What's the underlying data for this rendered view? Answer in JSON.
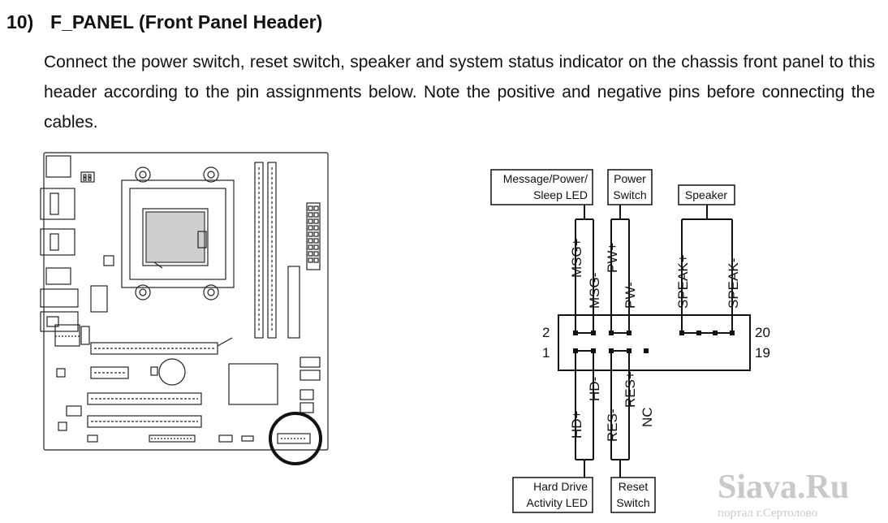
{
  "section": {
    "number": "10)",
    "title": "F_PANEL (Front Panel Header)",
    "description": "Connect the power switch, reset switch, speaker and system status indicator on the chassis front panel to this header according to the pin assignments below. Note the positive and negative pins before connecting the cables."
  },
  "header": {
    "pin_numbers": {
      "top_left": "2",
      "bottom_left": "1",
      "top_right": "20",
      "bottom_right": "19"
    },
    "top_pins": [
      "MSG+",
      "MSG-",
      "PW+",
      "PW-",
      "SPEAK+",
      "SPEAK-"
    ],
    "bottom_pins": [
      "HD+",
      "HD-",
      "RES-",
      "RES+",
      "NC"
    ]
  },
  "callouts": {
    "message_led": [
      "Message/Power/",
      "Sleep LED"
    ],
    "power_switch": [
      "Power",
      "Switch"
    ],
    "speaker": [
      "Speaker"
    ],
    "hdd_led": [
      "Hard Drive",
      "Activity LED"
    ],
    "reset_switch": [
      "Reset",
      "Switch"
    ]
  },
  "watermark": {
    "site": "Siava.Ru",
    "tagline": "портал г.Сертолово"
  }
}
